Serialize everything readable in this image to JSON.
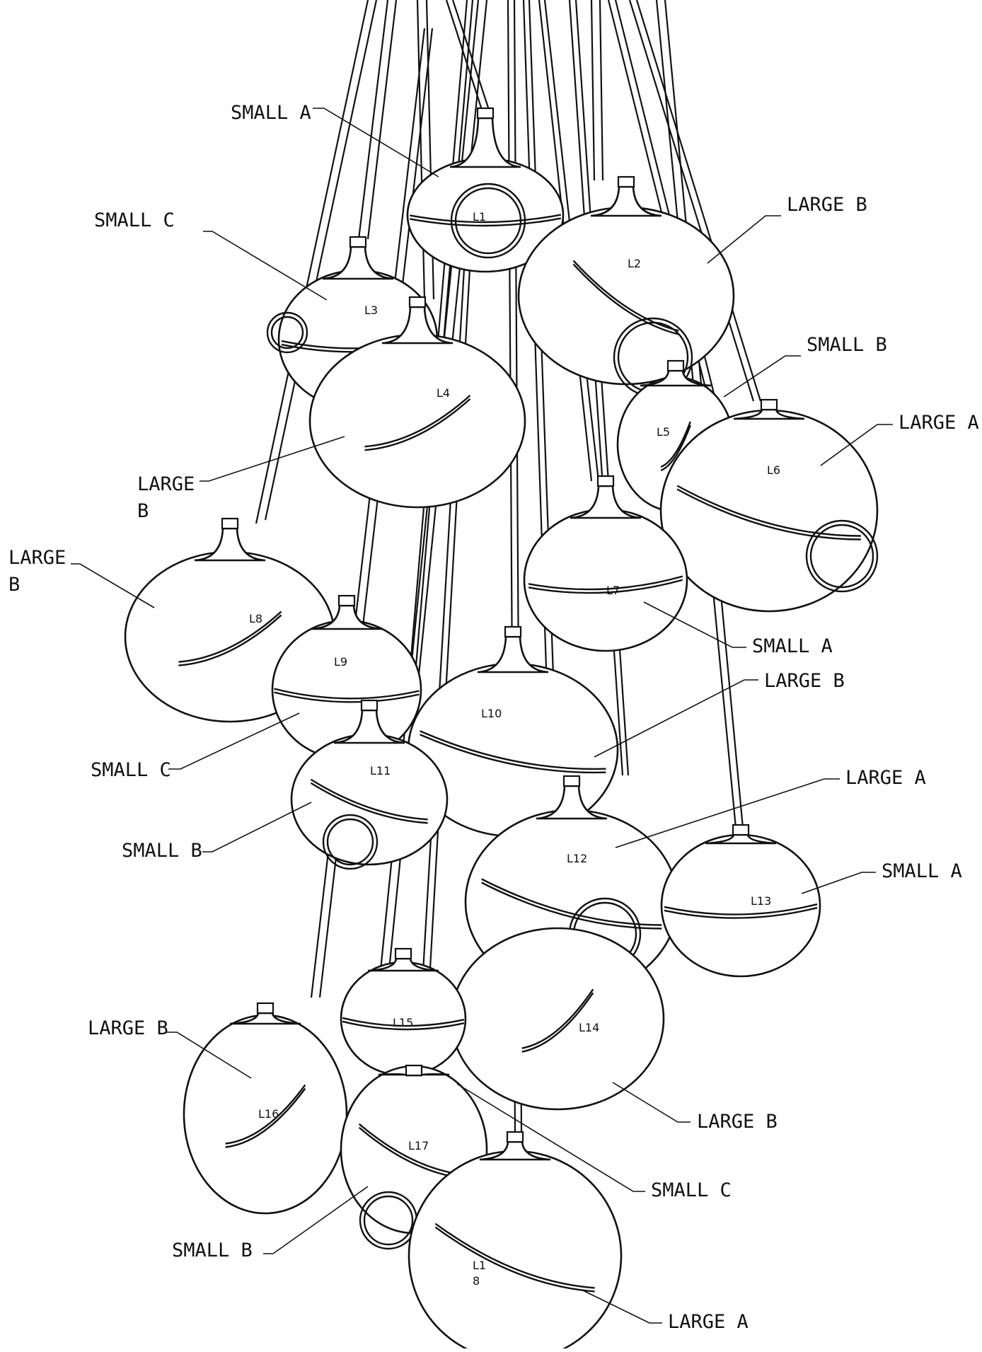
{
  "lamps": [
    {
      "id": "L1"
    },
    {
      "id": "L2"
    },
    {
      "id": "L3"
    },
    {
      "id": "L4"
    },
    {
      "id": "L5"
    },
    {
      "id": "L6"
    },
    {
      "id": "L7"
    },
    {
      "id": "L8"
    },
    {
      "id": "L9"
    },
    {
      "id": "L10"
    },
    {
      "id": "L11"
    },
    {
      "id": "L12"
    },
    {
      "id": "L13"
    },
    {
      "id": "L14"
    },
    {
      "id": "L15"
    },
    {
      "id": "L16"
    },
    {
      "id": "L17"
    },
    {
      "id": "L1\n8"
    }
  ],
  "callouts": [
    {
      "text": "SMALL A"
    },
    {
      "text": "LARGE B"
    },
    {
      "text": "SMALL C"
    },
    {
      "text": "SMALL B"
    },
    {
      "text": "LARGE A"
    },
    {
      "text": "LARGE\nB"
    },
    {
      "text": "LARGE\nB"
    },
    {
      "text": "SMALL A"
    },
    {
      "text": "LARGE B"
    },
    {
      "text": "SMALL C"
    },
    {
      "text": "LARGE A"
    },
    {
      "text": "SMALL B"
    },
    {
      "text": "SMALL A"
    },
    {
      "text": "LARGE B"
    },
    {
      "text": "LARGE B"
    },
    {
      "text": "SMALL C"
    },
    {
      "text": "SMALL B"
    },
    {
      "text": "LARGE A"
    }
  ]
}
